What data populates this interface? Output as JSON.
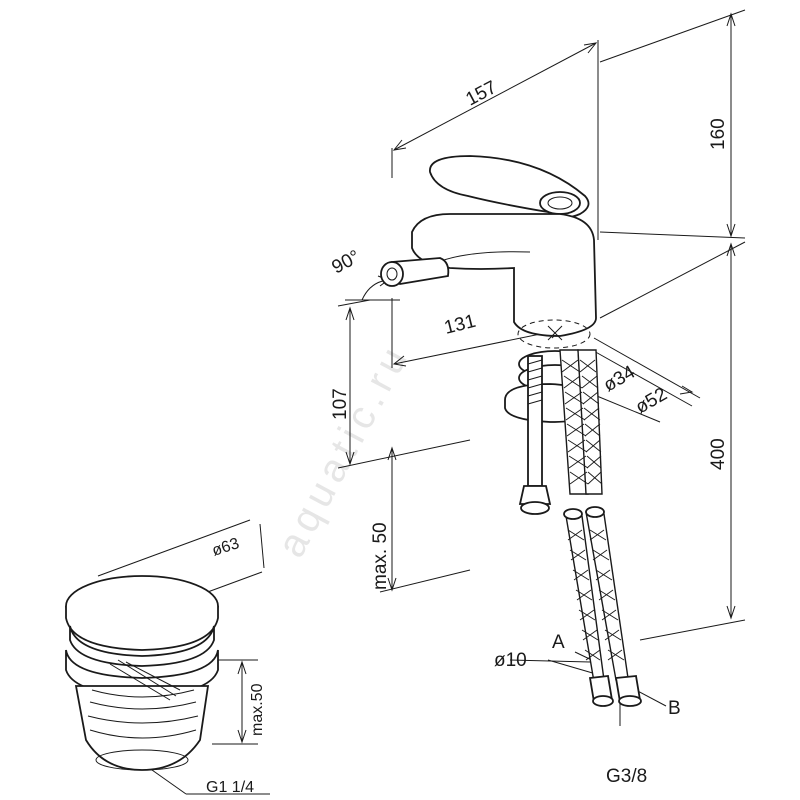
{
  "watermark": "aquatic.ru",
  "dimensions": {
    "d157": "157",
    "d160": "160",
    "d90": "90°",
    "d131": "131",
    "d107": "107",
    "d400": "400",
    "max50": "max. 50",
    "d34": "ø34",
    "d52": "ø52",
    "d10": "ø10",
    "label_a": "A",
    "label_b": "B",
    "g38": "G3/8",
    "d63": "ø63",
    "drain_max50": "max.50",
    "g114": "G1 1/4"
  }
}
